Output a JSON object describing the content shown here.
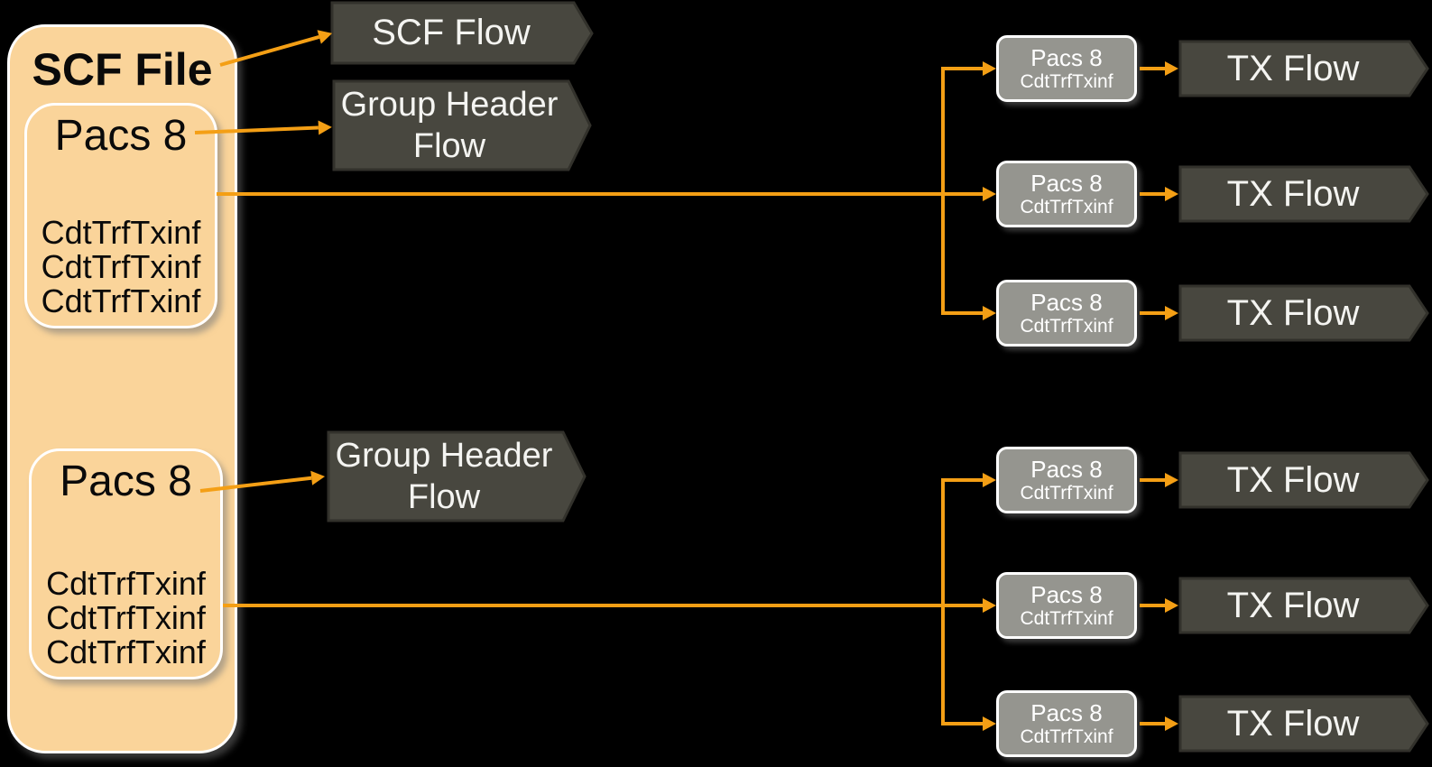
{
  "colors": {
    "background": "#000000",
    "scf_container_fill": "#FAD49A",
    "white_border": "#FFFFFF",
    "flow_chevron_fill": "#48473F",
    "flow_chevron_border": "#32312B",
    "pacs_node_fill": "#95958F",
    "arrow_orange": "#F49F15",
    "text_dark": "#0A0A0A",
    "text_light": "#F4F4F1"
  },
  "scf_file": {
    "title": "SCF File",
    "pacs_groups": [
      {
        "title": "Pacs 8",
        "transactions": [
          "CdtTrfTxinf",
          "CdtTrfTxinf",
          "CdtTrfTxinf"
        ]
      },
      {
        "title": "Pacs 8",
        "transactions": [
          "CdtTrfTxinf",
          "CdtTrfTxinf",
          "CdtTrfTxinf"
        ]
      }
    ]
  },
  "flows": {
    "scf_flow": "SCF Flow",
    "group_header_flow_top": "Group Header Flow",
    "group_header_flow_bottom": "Group Header Flow"
  },
  "tx_rows": [
    {
      "node_title": "Pacs 8",
      "node_subtitle": "CdtTrfTxinf",
      "flow_label": "TX Flow"
    },
    {
      "node_title": "Pacs 8",
      "node_subtitle": "CdtTrfTxinf",
      "flow_label": "TX Flow"
    },
    {
      "node_title": "Pacs 8",
      "node_subtitle": "CdtTrfTxinf",
      "flow_label": "TX Flow"
    },
    {
      "node_title": "Pacs 8",
      "node_subtitle": "CdtTrfTxinf",
      "flow_label": "TX Flow"
    },
    {
      "node_title": "Pacs 8",
      "node_subtitle": "CdtTrfTxinf",
      "flow_label": "TX Flow"
    },
    {
      "node_title": "Pacs 8",
      "node_subtitle": "CdtTrfTxinf",
      "flow_label": "TX Flow"
    }
  ]
}
